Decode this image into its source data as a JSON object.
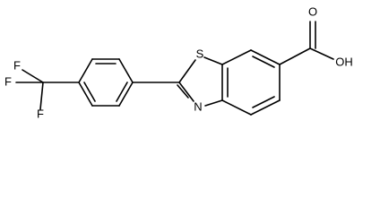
{
  "molecule": {
    "atoms": {
      "sulfur": "S",
      "nitrogen": "N",
      "carbonyl_oxygen": "O",
      "hydroxyl": "OH",
      "fluorine_top": "F",
      "fluorine_left": "F",
      "fluorine_bottom": "F"
    }
  },
  "colors": {
    "ink": "#000000",
    "background": "#ffffff"
  }
}
